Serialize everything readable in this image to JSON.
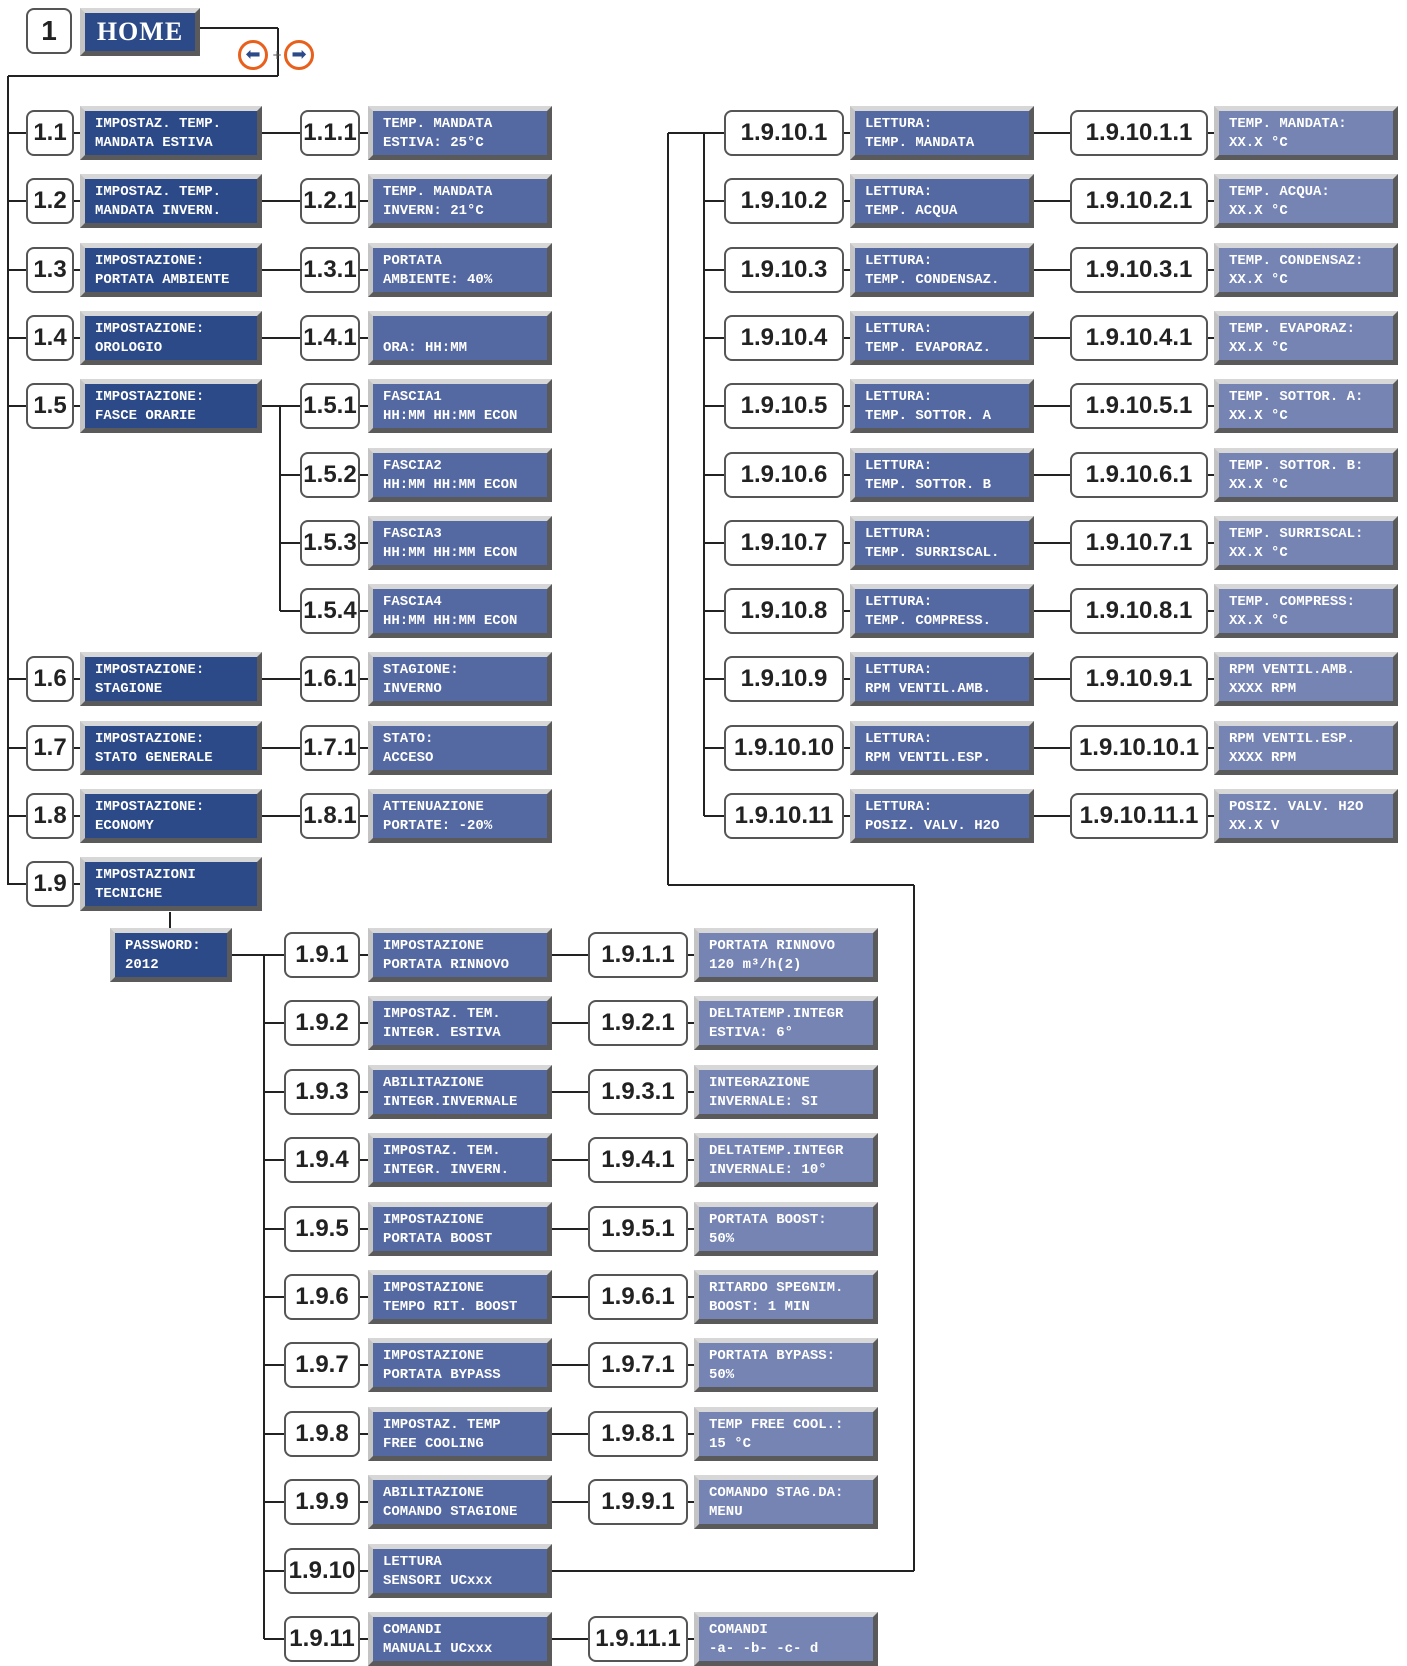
{
  "home": {
    "number": "1",
    "title": "HOME",
    "prev_icon": "arrow-left-icon",
    "next_icon": "arrow-right-icon"
  },
  "colors": {
    "lcd_dark": "#2c4a88",
    "lcd_medium": "#5468a1",
    "lcd_light": "#7584b3",
    "arrow_ring": "#e8601c"
  },
  "menu_items": [
    {
      "id": "1.1",
      "line1": "IMPOSTAZ. TEMP.",
      "line2": "MANDATA ESTIVA",
      "child": {
        "id": "1.1.1",
        "line1": "TEMP. MANDATA",
        "line2": "ESTIVA: 25°C"
      }
    },
    {
      "id": "1.2",
      "line1": "IMPOSTAZ. TEMP.",
      "line2": "MANDATA INVERN.",
      "child": {
        "id": "1.2.1",
        "line1": "TEMP. MANDATA",
        "line2": "INVERN: 21°C"
      }
    },
    {
      "id": "1.3",
      "line1": "IMPOSTAZIONE:",
      "line2": "PORTATA AMBIENTE",
      "child": {
        "id": "1.3.1",
        "line1": "PORTATA",
        "line2": "AMBIENTE: 40%"
      }
    },
    {
      "id": "1.4",
      "line1": "IMPOSTAZIONE:",
      "line2": "OROLOGIO",
      "child": {
        "id": "1.4.1",
        "line1": "",
        "line2": "ORA:  HH:MM"
      }
    },
    {
      "id": "1.5",
      "line1": "IMPOSTAZIONE:",
      "line2": "FASCE ORARIE",
      "children": [
        {
          "id": "1.5.1",
          "line1": "FASCIA1",
          "line2": "HH:MM HH:MM ECON"
        },
        {
          "id": "1.5.2",
          "line1": "FASCIA2",
          "line2": "HH:MM HH:MM ECON"
        },
        {
          "id": "1.5.3",
          "line1": "FASCIA3",
          "line2": "HH:MM HH:MM ECON"
        },
        {
          "id": "1.5.4",
          "line1": "FASCIA4",
          "line2": "HH:MM HH:MM ECON"
        }
      ]
    },
    {
      "id": "1.6",
      "line1": "IMPOSTAZIONE:",
      "line2": "STAGIONE",
      "child": {
        "id": "1.6.1",
        "line1": "STAGIONE:",
        "line2": "INVERNO"
      }
    },
    {
      "id": "1.7",
      "line1": "IMPOSTAZIONE:",
      "line2": "STATO GENERALE",
      "child": {
        "id": "1.7.1",
        "line1": "STATO:",
        "line2": "ACCESO"
      }
    },
    {
      "id": "1.8",
      "line1": "IMPOSTAZIONE:",
      "line2": "ECONOMY",
      "child": {
        "id": "1.8.1",
        "line1": "ATTENUAZIONE",
        "line2": "PORTATE: -20%"
      }
    },
    {
      "id": "1.9",
      "line1": "IMPOSTAZIONI",
      "line2": "TECNICHE"
    }
  ],
  "password": {
    "line1": "PASSWORD:",
    "line2": "2012"
  },
  "technical_items": [
    {
      "id": "1.9.1",
      "line1": "IMPOSTAZIONE",
      "line2": "PORTATA RINNOVO",
      "child": {
        "id": "1.9.1.1",
        "line1": "PORTATA RINNOVO",
        "line2": "120 m³/h(2)"
      }
    },
    {
      "id": "1.9.2",
      "line1": "IMPOSTAZ. TEM.",
      "line2": "INTEGR. ESTIVA",
      "child": {
        "id": "1.9.2.1",
        "line1": "DELTATEMP.INTEGR",
        "line2": "ESTIVA: 6°"
      }
    },
    {
      "id": "1.9.3",
      "line1": "ABILITAZIONE",
      "line2": "INTEGR.INVERNALE",
      "child": {
        "id": "1.9.3.1",
        "line1": "INTEGRAZIONE",
        "line2": "INVERNALE: SI"
      }
    },
    {
      "id": "1.9.4",
      "line1": "IMPOSTAZ. TEM.",
      "line2": "INTEGR. INVERN.",
      "child": {
        "id": "1.9.4.1",
        "line1": "DELTATEMP.INTEGR",
        "line2": "INVERNALE: 10°"
      }
    },
    {
      "id": "1.9.5",
      "line1": "IMPOSTAZIONE",
      "line2": "PORTATA BOOST",
      "child": {
        "id": "1.9.5.1",
        "line1": "PORTATA BOOST:",
        "line2": "50%"
      }
    },
    {
      "id": "1.9.6",
      "line1": "IMPOSTAZIONE",
      "line2": "TEMPO RIT. BOOST",
      "child": {
        "id": "1.9.6.1",
        "line1": "RITARDO SPEGNIM.",
        "line2": "BOOST: 1 MIN"
      }
    },
    {
      "id": "1.9.7",
      "line1": "IMPOSTAZIONE",
      "line2": "PORTATA BYPASS",
      "child": {
        "id": "1.9.7.1",
        "line1": "PORTATA BYPASS:",
        "line2": "50%"
      }
    },
    {
      "id": "1.9.8",
      "line1": "IMPOSTAZ. TEMP",
      "line2": "FREE COOLING",
      "child": {
        "id": "1.9.8.1",
        "line1": "TEMP FREE COOL.:",
        "line2": "15 °C"
      }
    },
    {
      "id": "1.9.9",
      "line1": "ABILITAZIONE",
      "line2": "COMANDO STAGIONE",
      "child": {
        "id": "1.9.9.1",
        "line1": "COMANDO STAG.DA:",
        "line2": "MENU"
      }
    },
    {
      "id": "1.9.10",
      "line1": "LETTURA",
      "line2": "SENSORI UCxxx"
    },
    {
      "id": "1.9.11",
      "line1": "COMANDI",
      "line2": "MANUALI UCxxx",
      "child": {
        "id": "1.9.11.1",
        "line1": "COMANDI",
        "line2": "-a- -b- -c- d"
      }
    }
  ],
  "sensor_items": [
    {
      "id": "1.9.10.1",
      "line1": "LETTURA:",
      "line2": "TEMP. MANDATA",
      "child": {
        "id": "1.9.10.1.1",
        "line1": "TEMP. MANDATA:",
        "line2": "XX.X °C"
      }
    },
    {
      "id": "1.9.10.2",
      "line1": "LETTURA:",
      "line2": "TEMP. ACQUA",
      "child": {
        "id": "1.9.10.2.1",
        "line1": "TEMP. ACQUA:",
        "line2": "XX.X °C"
      }
    },
    {
      "id": "1.9.10.3",
      "line1": "LETTURA:",
      "line2": "TEMP. CONDENSAZ.",
      "child": {
        "id": "1.9.10.3.1",
        "line1": "TEMP. CONDENSAZ:",
        "line2": "XX.X °C"
      }
    },
    {
      "id": "1.9.10.4",
      "line1": "LETTURA:",
      "line2": "TEMP. EVAPORAZ.",
      "child": {
        "id": "1.9.10.4.1",
        "line1": "TEMP. EVAPORAZ:",
        "line2": "XX.X °C"
      }
    },
    {
      "id": "1.9.10.5",
      "line1": "LETTURA:",
      "line2": "TEMP. SOTTOR. A",
      "child": {
        "id": "1.9.10.5.1",
        "line1": "TEMP. SOTTOR. A:",
        "line2": "XX.X °C"
      }
    },
    {
      "id": "1.9.10.6",
      "line1": "LETTURA:",
      "line2": "TEMP. SOTTOR. B",
      "child": {
        "id": "1.9.10.6.1",
        "line1": "TEMP. SOTTOR. B:",
        "line2": "XX.X °C"
      }
    },
    {
      "id": "1.9.10.7",
      "line1": "LETTURA:",
      "line2": "TEMP. SURRISCAL.",
      "child": {
        "id": "1.9.10.7.1",
        "line1": "TEMP. SURRISCAL:",
        "line2": "XX.X °C"
      }
    },
    {
      "id": "1.9.10.8",
      "line1": "LETTURA:",
      "line2": "TEMP. COMPRESS.",
      "child": {
        "id": "1.9.10.8.1",
        "line1": "TEMP. COMPRESS:",
        "line2": "XX.X °C"
      }
    },
    {
      "id": "1.9.10.9",
      "line1": "LETTURA:",
      "line2": "RPM VENTIL.AMB.",
      "child": {
        "id": "1.9.10.9.1",
        "line1": "RPM VENTIL.AMB.",
        "line2": "XXXX RPM"
      }
    },
    {
      "id": "1.9.10.10",
      "line1": "LETTURA:",
      "line2": "RPM VENTIL.ESP.",
      "child": {
        "id": "1.9.10.10.1",
        "line1": "RPM VENTIL.ESP.",
        "line2": "XXXX RPM"
      }
    },
    {
      "id": "1.9.10.11",
      "line1": "LETTURA:",
      "line2": "POSIZ. VALV. H2O",
      "child": {
        "id": "1.9.10.11.1",
        "line1": "POSIZ. VALV. H2O",
        "line2": "XX.X V"
      }
    }
  ]
}
